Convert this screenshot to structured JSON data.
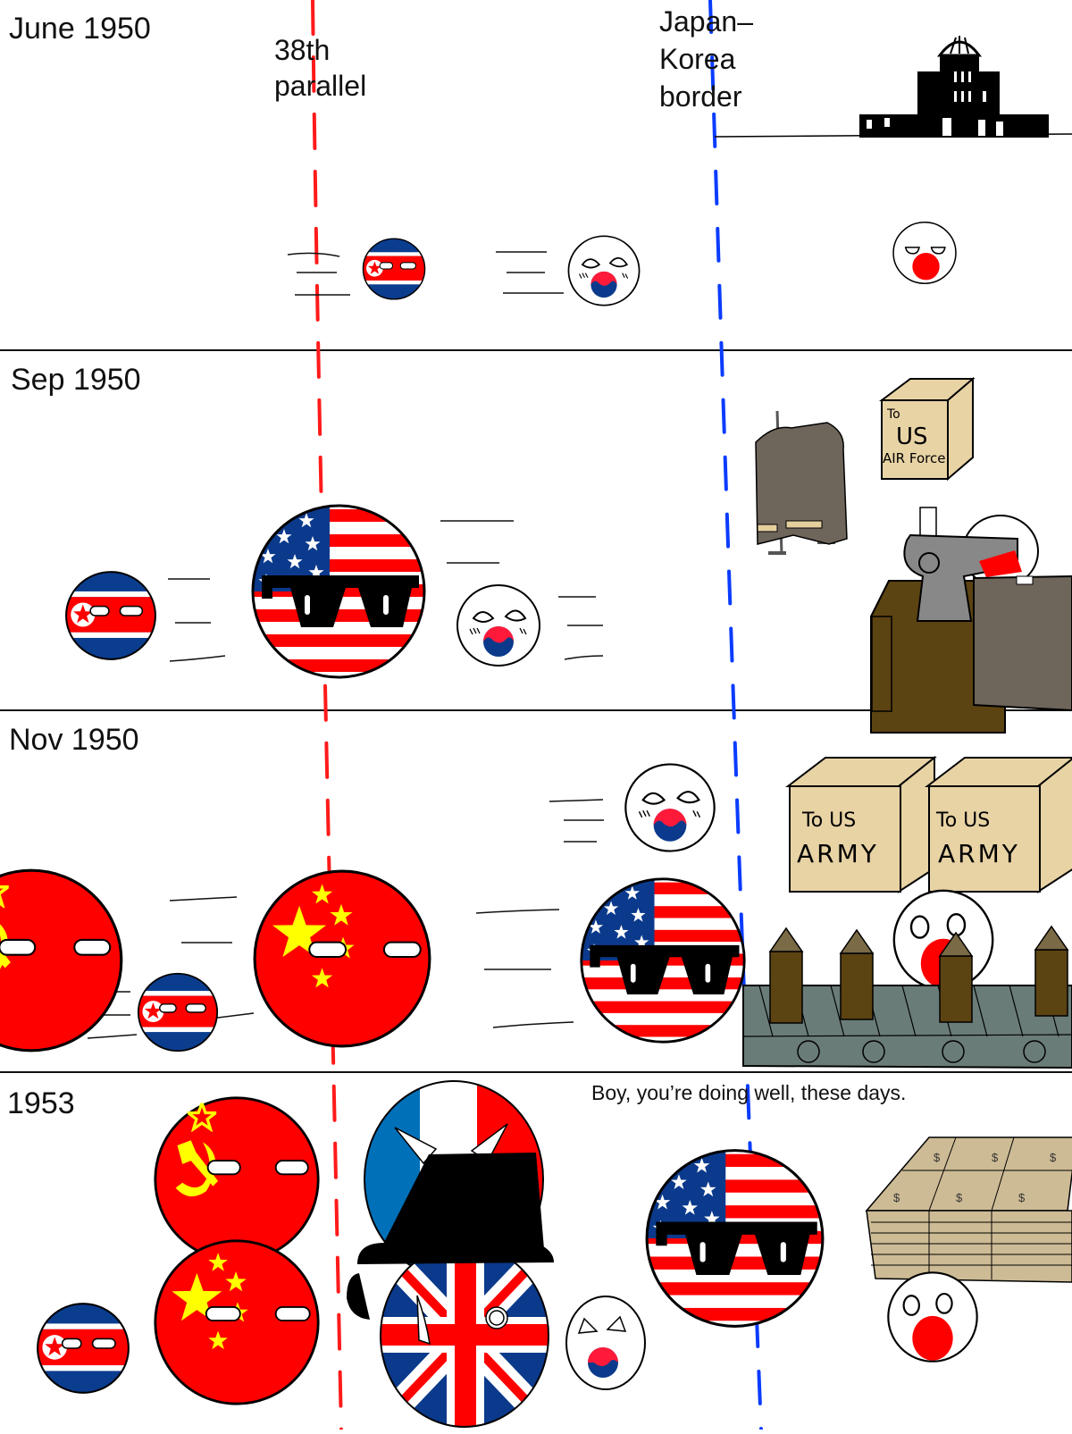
{
  "comic": {
    "panels": [
      {
        "label": "June 1950",
        "annotations": {
          "parallel": [
            "38th",
            "parallel"
          ],
          "border": [
            "Japan–",
            "Korea",
            "border"
          ]
        },
        "characters": [
          "north-korea-ball",
          "south-korea-ball",
          "japan-ball"
        ],
        "props": [
          "hiroshima-dome-ruins"
        ]
      },
      {
        "label": "Sep 1950",
        "characters": [
          "north-korea-ball",
          "usa-ball",
          "south-korea-ball",
          "japan-ball"
        ],
        "props": [
          "jacket-rack",
          "sewing-machine-table",
          "supply-box"
        ],
        "box_text": {
          "line1": "To",
          "line2": "US",
          "line3": "AIR Force"
        }
      },
      {
        "label": "Nov 1950",
        "characters": [
          "ussr-ball",
          "north-korea-ball",
          "china-ball",
          "south-korea-ball",
          "usa-ball",
          "japan-ball"
        ],
        "props": [
          "supply-box",
          "supply-box",
          "conveyor-belt",
          "ammo-shells"
        ],
        "boxes": [
          {
            "line1": "To US",
            "line2": "ARMY"
          },
          {
            "line1": "To US",
            "line2": "ARMY"
          }
        ]
      },
      {
        "label": "1953",
        "caption": "Boy, you’re doing well, these days.",
        "characters": [
          "ussr-ball",
          "china-ball",
          "north-korea-ball",
          "france-ball",
          "uk-ball",
          "south-korea-ball",
          "usa-ball",
          "japan-ball"
        ],
        "props": [
          "money-stack"
        ],
        "money_symbol": "$"
      }
    ],
    "colors": {
      "parallel_line": "#ff1a1a",
      "border_line": "#0a3cff",
      "nk_blue": "#0b3d8f",
      "red": "#ff0000",
      "usa_blue": "#0b3a8c",
      "yellow": "#ffff00",
      "box": "#e8d3a5",
      "brown": "#5c4312",
      "belt": "#6a7c78",
      "cloth": "#6e655b",
      "money": "#cdbb95",
      "france_blue": "#0070b8"
    }
  }
}
